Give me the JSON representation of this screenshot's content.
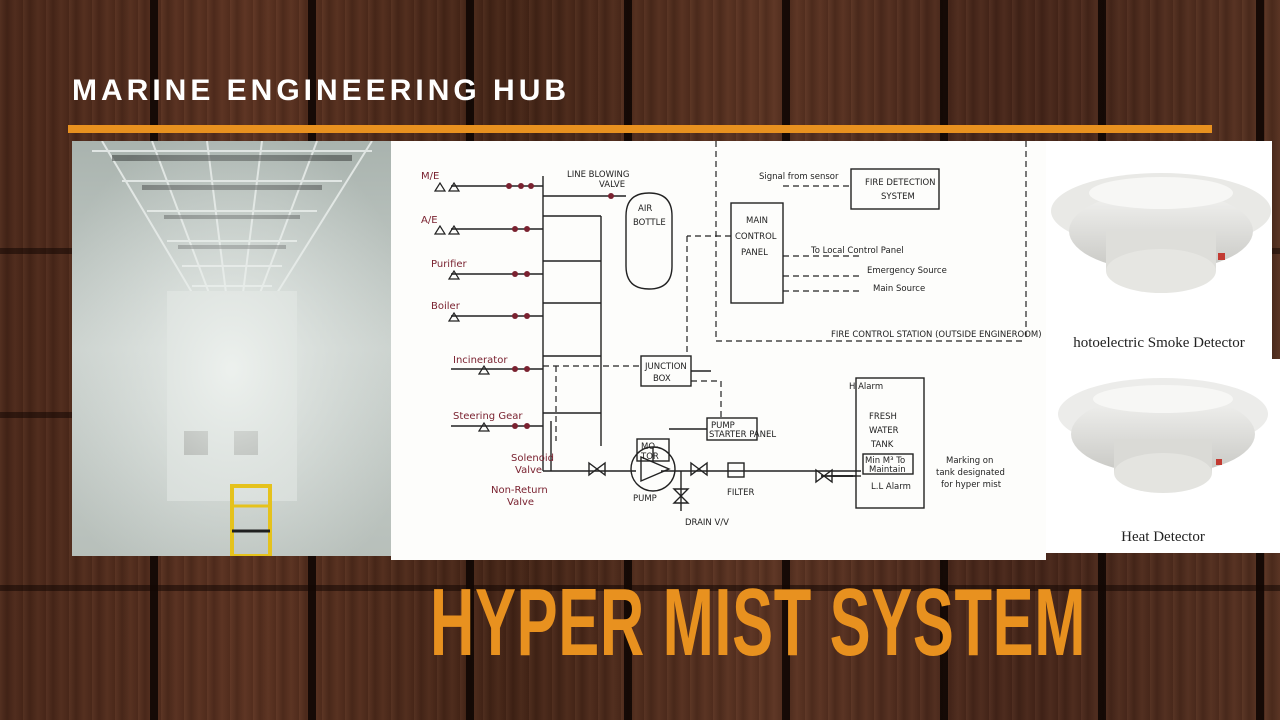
{
  "brand": "MARINE ENGINEERING HUB",
  "headline": "HYPER MIST SYSTEM",
  "colors": {
    "accent": "#e8911f",
    "wood": "#4f2a1b",
    "ink_red": "#7a2230"
  },
  "detectors": {
    "smoke_label": "hotoelectric Smoke Detector",
    "heat_label": "Heat Detector"
  },
  "diagram": {
    "spaces": [
      "M/E",
      "A/E",
      "Purifier",
      "Boiler",
      "Incinerator",
      "Steering Gear"
    ],
    "line_blowing": "LINE BLOWING",
    "valve": "VALVE",
    "air_bottle": [
      "AIR",
      "BOTTLE"
    ],
    "signal_from_sensor": "Signal from sensor",
    "fire_detection": [
      "FIRE DETECTION",
      "SYSTEM"
    ],
    "main_control_panel": [
      "MAIN",
      "CONTROL",
      "PANEL"
    ],
    "to_local_control": "To Local Control Panel",
    "emergency_source": "Emergency Source",
    "main_source": "Main Source",
    "fire_control_station": "FIRE CONTROL STATION (OUTSIDE ENGINEROOM)",
    "junction_box": [
      "JUNCTION",
      "BOX"
    ],
    "h_alarm": "H Alarm",
    "fresh_water_tank": [
      "FRESH",
      "WATER",
      "TANK"
    ],
    "min_max": [
      "Min M³ To",
      "Maintain"
    ],
    "marking": [
      "Marking on",
      "tank designated",
      "for hyper mist"
    ],
    "ll_alarm": "L.L Alarm",
    "motor": [
      "MO-",
      "TOR"
    ],
    "pump_starter": [
      "PUMP",
      "STARTER PANEL"
    ],
    "solenoid_valve": [
      "Solenoid",
      "Valve"
    ],
    "non_return_valve": [
      "Non-Return",
      "Valve"
    ],
    "pump": "PUMP",
    "filter": "FILTER",
    "drain_valve": "DRAIN V/V"
  }
}
